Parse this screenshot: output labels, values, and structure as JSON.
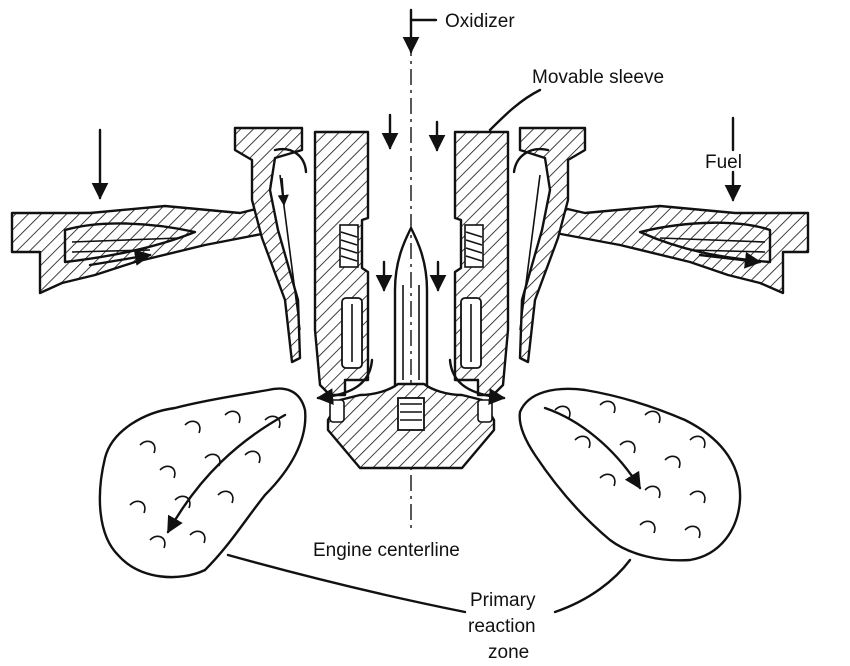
{
  "labels": {
    "oxidizer": "Oxidizer",
    "movable_sleeve": "Movable sleeve",
    "fuel": "Fuel",
    "engine_centerline": "Engine centerline",
    "primary_reaction_zone": [
      "Primary",
      "reaction",
      "zone"
    ]
  }
}
